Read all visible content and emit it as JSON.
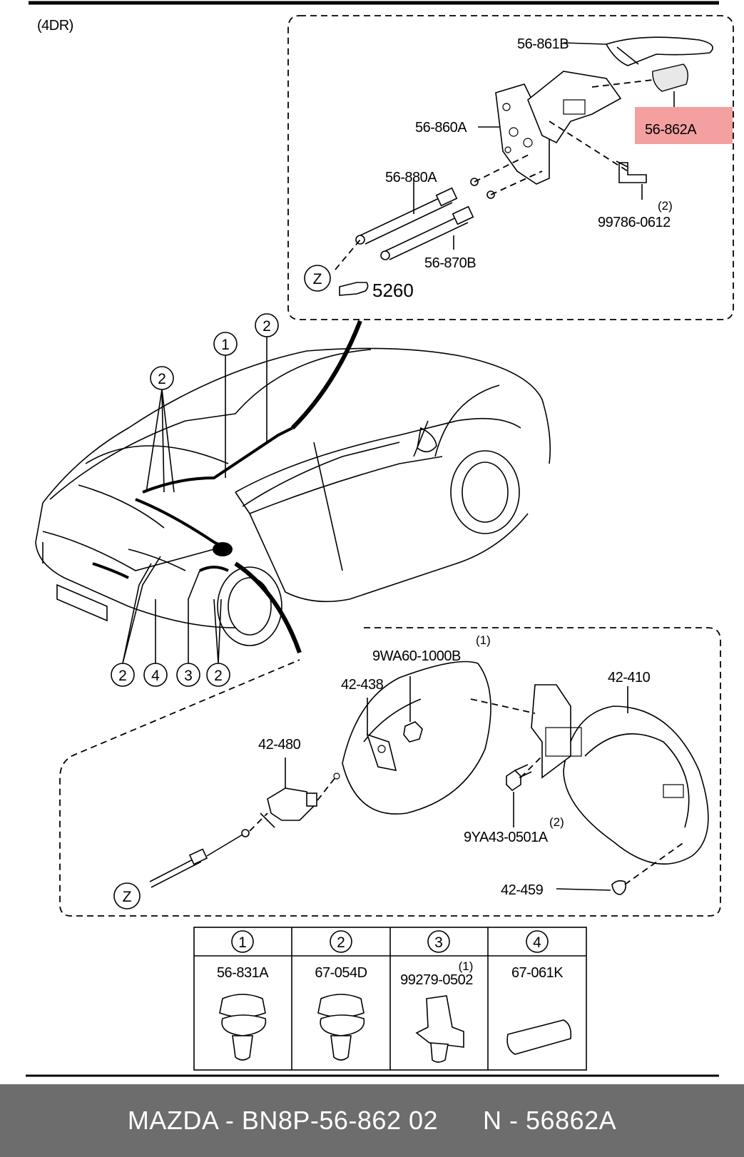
{
  "diagram": {
    "variant": "(4DR)",
    "upper_parts": {
      "p1": "56-861B",
      "p2": "56-862A",
      "p3": "56-860A",
      "p4": "56-880A",
      "p5": "99786-0612",
      "p5_qty": "(2)",
      "p6": "56-870B",
      "ref_z": "Z",
      "ref_page": "5260"
    },
    "callouts": {
      "c1": "1",
      "c2a": "2",
      "c2b": "2",
      "c2c": "2",
      "c2d": "2",
      "c3": "3",
      "c4": "4"
    },
    "lower_parts": {
      "p1": "9WA60-1000B",
      "p1_qty": "(1)",
      "p2": "42-438",
      "p3": "42-410",
      "p4": "42-480",
      "p5": "9YA43-0501A",
      "p5_qty": "(2)",
      "p6": "42-459",
      "ref_z": "Z"
    },
    "legend": [
      {
        "num": "1",
        "part": "56-831A",
        "qty": ""
      },
      {
        "num": "2",
        "part": "67-054D",
        "qty": ""
      },
      {
        "num": "3",
        "part": "99279-0502",
        "qty": "(1)"
      },
      {
        "num": "4",
        "part": "67-061K",
        "qty": ""
      }
    ],
    "highlight_color": "#f4a0a0"
  },
  "footer": {
    "text": "MAZDA - BN8P-56-862 02      N - 56862A"
  }
}
